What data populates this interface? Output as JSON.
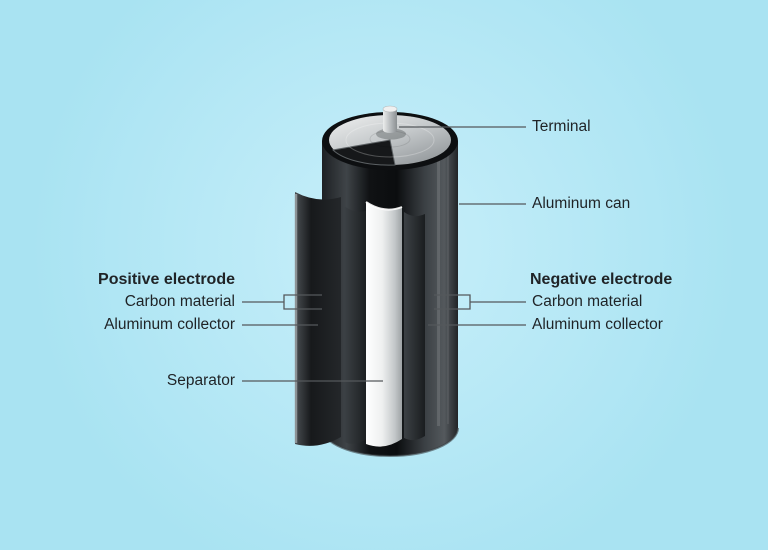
{
  "labels": {
    "terminal": "Terminal",
    "aluminum_can": "Aluminum can",
    "negative_electrode": "Negative electrode",
    "negative_carbon": "Carbon material",
    "negative_collector": "Aluminum collector",
    "positive_electrode": "Positive electrode",
    "positive_carbon": "Carbon material",
    "positive_collector": "Aluminum collector",
    "separator": "Separator"
  },
  "colors": {
    "background": "#a9e3f2",
    "text": "#1f2326",
    "leader-line": "#54585b",
    "can-dark": "#121517",
    "lid-silver": "#c6cacc",
    "separator-white": "#f2f3f3"
  }
}
